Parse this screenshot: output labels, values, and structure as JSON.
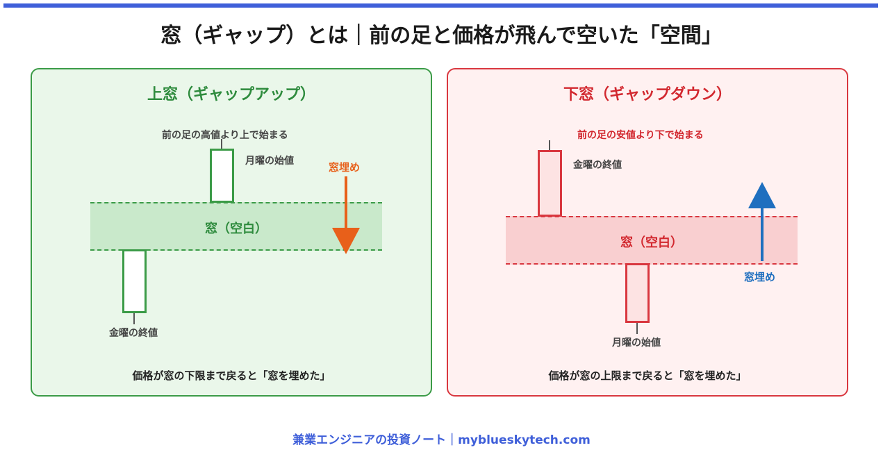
{
  "title": "窓（ギャップ）とは｜前の足と価格が飛んで空いた「空間」",
  "colors": {
    "accent_blue": "#3f5fd9",
    "green": "#3b9b47",
    "green_band": "#c9e9cb",
    "red": "#d9373f",
    "red_band": "#f9cfd0",
    "orange_arrow": "#e8601a",
    "blue_arrow": "#1f6fbf"
  },
  "left_panel": {
    "title": "上窓（ギャップアップ）",
    "top_label": "前の足の高値より上で始まる",
    "upper_candle_label": "月曜の始値",
    "gap_label": "窓（空白）",
    "arrow_label": "窓埋め",
    "lower_candle_label": "金曜の終値",
    "note": "価格が窓の下限まで戻ると「窓を埋めた」"
  },
  "right_panel": {
    "title": "下窓（ギャップダウン）",
    "top_label": "前の足の安値より下で始まる",
    "upper_candle_label": "金曜の終値",
    "gap_label": "窓（空白）",
    "arrow_label": "窓埋め",
    "lower_candle_label": "月曜の始値",
    "note": "価格が窓の上限まで戻ると「窓を埋めた」"
  },
  "footer": "兼業エンジニアの投資ノート｜myblueskytech.com"
}
